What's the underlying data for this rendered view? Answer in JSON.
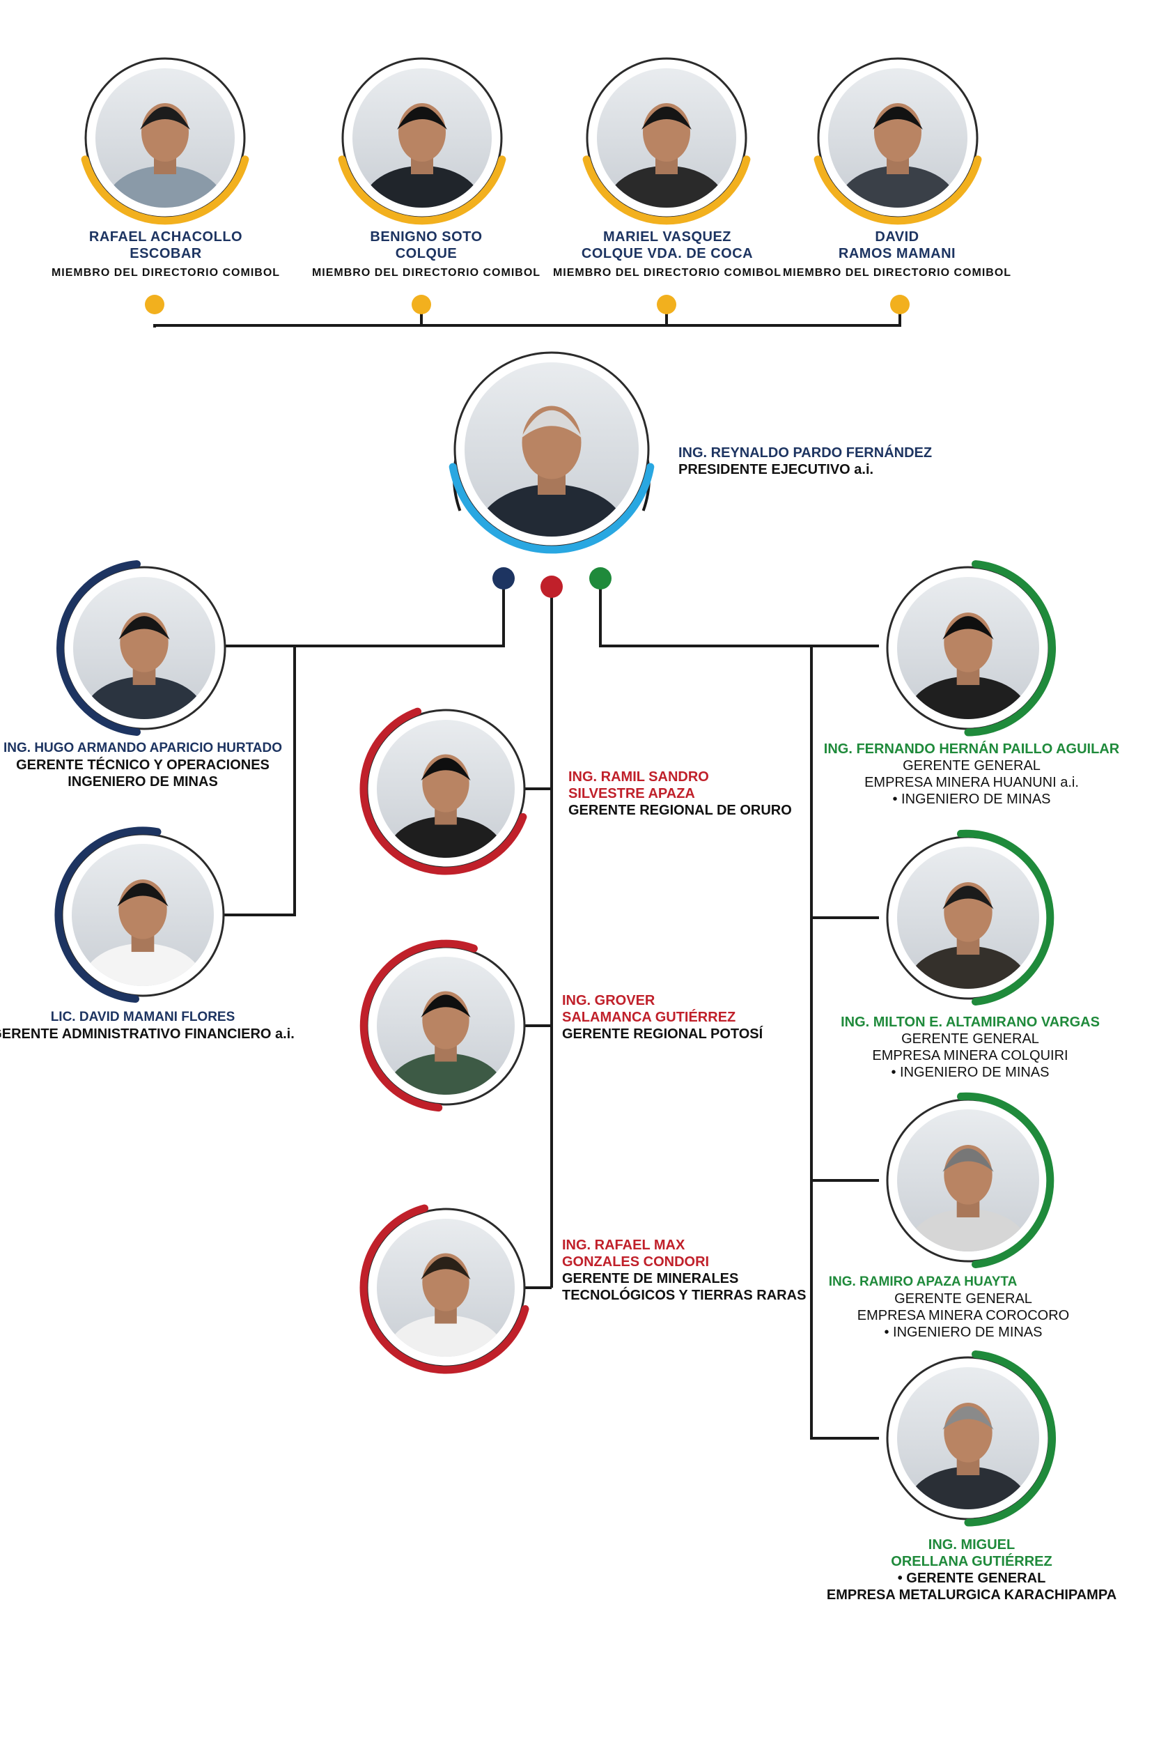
{
  "board": [
    {
      "name_1": "RAFAEL ACHACOLLO",
      "name_2": "ESCOBAR",
      "role": "MIEMBRO DEL DIRECTORIO COMIBOL"
    },
    {
      "name_1": "BENIGNO SOTO",
      "name_2": "COLQUE",
      "role": "MIEMBRO DEL DIRECTORIO COMIBOL"
    },
    {
      "name_1": "MARIEL VASQUEZ",
      "name_2": "COLQUE VDA. DE COCA",
      "role": "MIEMBRO DEL DIRECTORIO COMIBOL"
    },
    {
      "name_1": "DAVID",
      "name_2": "RAMOS MAMANI",
      "role": "MIEMBRO DEL DIRECTORIO COMIBOL"
    }
  ],
  "president": {
    "name": "ING.  REYNALDO PARDO FERNÁNDEZ",
    "role": "PRESIDENTE EJECUTIVO a.i."
  },
  "left": [
    {
      "name": "ING. HUGO ARMANDO APARICIO HURTADO",
      "role_1": "GERENTE TÉCNICO Y OPERACIONES",
      "role_2": "INGENIERO DE MINAS"
    },
    {
      "name": "LIC. DAVID MAMANI FLORES",
      "role_1": "GERENTE ADMINISTRATIVO FINANCIERO a.i."
    }
  ],
  "center": [
    {
      "name_1": "ING. RAMIL SANDRO",
      "name_2": "SILVESTRE APAZA",
      "role_1": "GERENTE REGIONAL DE ORURO"
    },
    {
      "name_1": "ING. GROVER",
      "name_2": "SALAMANCA GUTIÉRREZ",
      "role_1": "GERENTE REGIONAL POTOSÍ"
    },
    {
      "name_1": "ING. RAFAEL MAX",
      "name_2": "GONZALES CONDORI",
      "role_1": "GERENTE DE MINERALES",
      "role_2": "TECNOLÓGICOS Y TIERRAS RARAS"
    }
  ],
  "right": [
    {
      "name": "ING. FERNANDO HERNÁN PAILLO AGUILAR",
      "role_1": "GERENTE GENERAL",
      "role_2": "EMPRESA MINERA HUANUNI a.i.",
      "role_3": "•   INGENIERO DE MINAS"
    },
    {
      "name": "ING. MILTON E. ALTAMIRANO VARGAS",
      "role_1": "GERENTE GENERAL",
      "role_2": "EMPRESA MINERA COLQUIRI",
      "role_3": "•   INGENIERO DE MINAS"
    },
    {
      "name": "ING. RAMIRO APAZA HUAYTA",
      "role_1": "GERENTE GENERAL",
      "role_2": "EMPRESA MINERA COROCORO",
      "role_3": "•   INGENIERO DE MINAS"
    },
    {
      "name_1": "ING. MIGUEL",
      "name_2": "ORELLANA GUTIÉRREZ",
      "role_1": "• GERENTE GENERAL",
      "role_2": "EMPRESA METALURGICA KARACHIPAMPA"
    }
  ],
  "colors": {
    "board_accent": "#f2b01e",
    "president_accent": "#29a7e1",
    "left_accent": "#1d3461",
    "center_accent": "#c0202a",
    "right_accent": "#1f8a3b",
    "line": "#1a1a1a"
  }
}
